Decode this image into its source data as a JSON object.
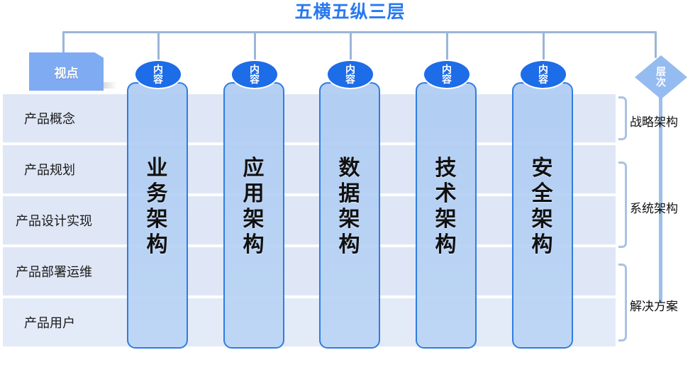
{
  "title": "五横五纵三层",
  "viewpoint": {
    "label": "视点"
  },
  "level": {
    "label_line1": "层",
    "label_line2": "次"
  },
  "content_badge": {
    "line1": "内",
    "line2": "容"
  },
  "rows": [
    {
      "label": "产品概念"
    },
    {
      "label": "产品规划"
    },
    {
      "label": "产品设计实现"
    },
    {
      "label": "产品部署运维"
    },
    {
      "label": "产品用户"
    }
  ],
  "columns": [
    {
      "chars": [
        "业",
        "务",
        "架",
        "构"
      ],
      "badge": {
        "line1": "内",
        "line2": "容"
      }
    },
    {
      "chars": [
        "应",
        "用",
        "架",
        "构"
      ],
      "badge": {
        "line1": "内",
        "line2": "容"
      }
    },
    {
      "chars": [
        "数",
        "据",
        "架",
        "构"
      ],
      "badge": {
        "line1": "内",
        "line2": "容"
      }
    },
    {
      "chars": [
        "技",
        "术",
        "架",
        "构"
      ],
      "badge": {
        "line1": "内",
        "line2": "容"
      }
    },
    {
      "chars": [
        "安",
        "全",
        "架",
        "构"
      ],
      "badge": {
        "line1": "内",
        "line2": "容"
      }
    }
  ],
  "tiers": [
    {
      "label": "战略架构"
    },
    {
      "label": "系统架构"
    },
    {
      "label": "解决方案"
    }
  ],
  "colors": {
    "title": "#2878f0",
    "band": "#dfe7f6",
    "band_alt": "#e3eaf8",
    "column_border": "#2f7de1",
    "badge_fill": "#1d6ce8",
    "diamond_fill": "#95bcf0",
    "viewpoint_fill": "#7fabf2",
    "connector": "#9ab6d9",
    "bracket": "#a8c3e3"
  }
}
